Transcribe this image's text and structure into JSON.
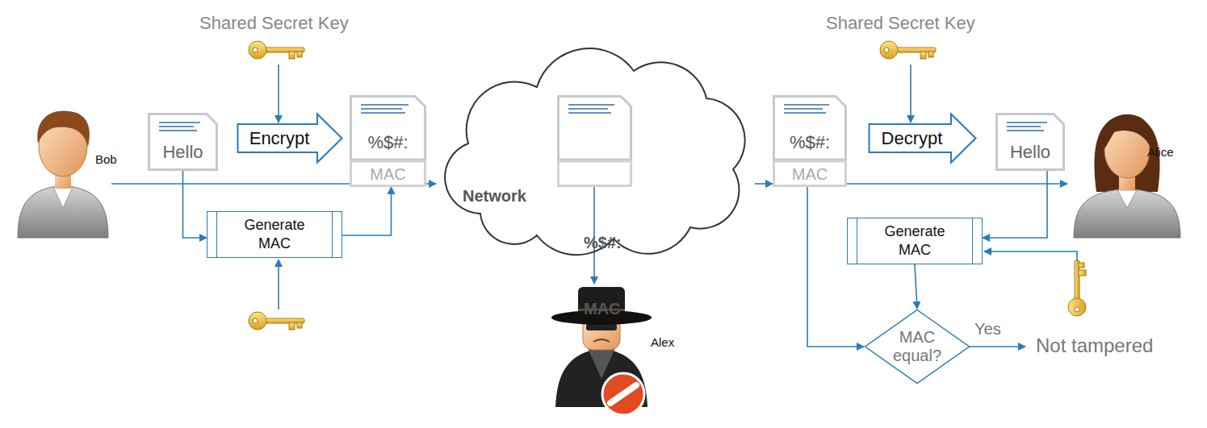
{
  "diagram": {
    "nodes": [
      {
        "text": [
          "Hello"
        ]
      },
      {
        "text": [
          "Encrypt"
        ]
      },
      {
        "text": [
          "%$#:",
          "MAC"
        ]
      },
      {
        "text": [
          "Generate MAC"
        ]
      },
      {
        "text": [
          "Network"
        ]
      },
      {
        "text": [
          "%$#:",
          "MAC"
        ],
        "in": 4
      },
      {
        "text": [
          "%$#:",
          "MAC"
        ]
      },
      {
        "text": [
          "Decrypt"
        ]
      },
      {
        "text": [
          "Hello"
        ]
      },
      {
        "text": [
          "Generate MAC"
        ]
      },
      {
        "text": [
          "MAC equal?"
        ]
      }
    ],
    "edges": [
      {
        "from": 0,
        "to": 3,
        "arrow": "to"
      },
      {
        "from": 3,
        "to": 2,
        "arrow": "to"
      },
      {
        "from": 2,
        "to": 4,
        "arrow": "to"
      },
      {
        "from": 4,
        "to": 6,
        "arrow": "to"
      },
      {
        "from": 8,
        "to": 9,
        "arrow": "to"
      },
      {
        "from": 6,
        "to": 10,
        "arrow": "to"
      },
      {
        "from": 9,
        "to": 10,
        "arrow": "to"
      }
    ],
    "labels": [
      "Shared Secret Key",
      "Shared Secret Key",
      "Bob",
      "Alex",
      "Alice",
      "Yes",
      "Not tampered"
    ]
  }
}
